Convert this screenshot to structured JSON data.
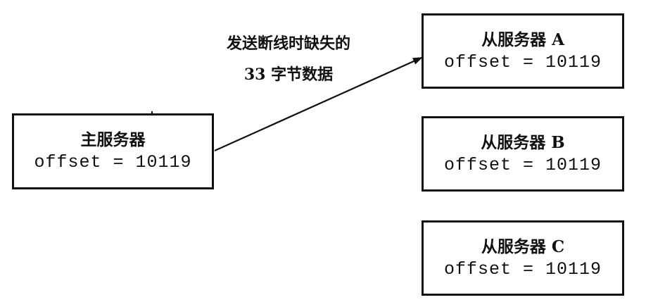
{
  "edge": {
    "label_line1": "发送断线时缺失的",
    "label_line2": "33 字节数据"
  },
  "master": {
    "title": "主服务器",
    "offset": "offset = 10119"
  },
  "slaves": [
    {
      "title": "从服务器 A",
      "offset": "offset = 10119"
    },
    {
      "title": "从服务器 B",
      "offset": "offset = 10119"
    },
    {
      "title": "从服务器 C",
      "offset": "offset = 10119"
    }
  ]
}
